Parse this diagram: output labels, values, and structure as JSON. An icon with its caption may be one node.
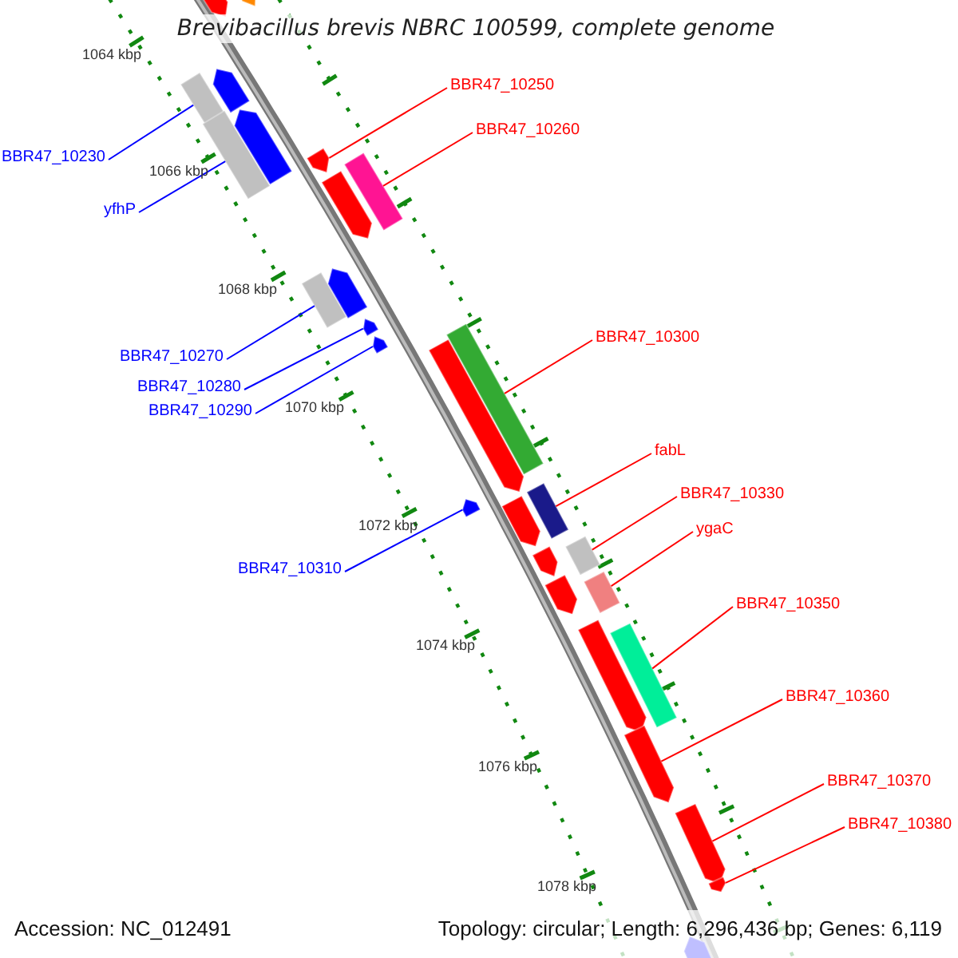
{
  "diagram": {
    "title": "Brevibacillus brevis NBRC 100599, complete genome",
    "nodes": [
      {
        "text": [
          "BBR47_10230"
        ]
      },
      {
        "text": [
          "yfhP"
        ]
      },
      {
        "text": [
          "BBR47_10250"
        ]
      },
      {
        "text": [
          "BBR47_10260"
        ]
      },
      {
        "text": [
          "BBR47_10270"
        ]
      },
      {
        "text": [
          "BBR47_10280"
        ]
      },
      {
        "text": [
          "BBR47_10290"
        ]
      },
      {
        "text": [
          "BBR47_10300"
        ]
      },
      {
        "text": [
          "fabL"
        ]
      },
      {
        "text": [
          "BBR47_10310"
        ]
      },
      {
        "text": [
          "BBR47_10330"
        ]
      },
      {
        "text": [
          "ygaC"
        ]
      },
      {
        "text": [
          "BBR47_10350"
        ]
      },
      {
        "text": [
          "BBR47_10360"
        ]
      },
      {
        "text": [
          "BBR47_10370"
        ]
      },
      {
        "text": [
          "BBR47_10380"
        ]
      },
      {
        "text": [],
        "shape": "arrow"
      },
      {
        "text": [],
        "shape": "arrow"
      },
      {
        "text": [],
        "shape": "box"
      },
      {
        "text": [],
        "shape": "arrow"
      },
      {
        "text": [],
        "shape": "box"
      },
      {
        "text": [],
        "shape": "arrow"
      },
      {
        "text": [],
        "shape": "arrow"
      },
      {
        "text": [],
        "shape": "arrow"
      },
      {
        "text": [],
        "shape": "box"
      },
      {
        "text": [],
        "shape": "box"
      },
      {
        "text": [],
        "shape": "arrow"
      },
      {
        "text": [],
        "shape": "arrow"
      },
      {
        "text": [],
        "shape": "arrow"
      },
      {
        "text": [],
        "shape": "arrow"
      },
      {
        "text": [],
        "shape": "box"
      },
      {
        "text": [],
        "shape": "arrow"
      },
      {
        "text": [],
        "shape": "arrow"
      },
      {
        "text": [],
        "shape": "box"
      },
      {
        "text": [],
        "shape": "arrow"
      },
      {
        "text": [],
        "shape": "box"
      },
      {
        "text": [],
        "shape": "arrow"
      },
      {
        "text": [],
        "shape": "box"
      },
      {
        "text": [],
        "shape": "arrow"
      },
      {
        "text": [],
        "shape": "box"
      },
      {
        "text": [],
        "shape": "arrow"
      },
      {
        "text": [],
        "shape": "arrow"
      },
      {
        "text": [],
        "shape": "arrow"
      },
      {
        "text": [],
        "shape": "arrow"
      }
    ],
    "edges": [
      {
        "from": 0,
        "to": 18,
        "arrow": "none",
        "color": "#0000ff"
      },
      {
        "from": 1,
        "to": 20,
        "arrow": "none",
        "color": "#0000ff"
      },
      {
        "from": 2,
        "to": 22,
        "arrow": "none"
      },
      {
        "from": 3,
        "to": 24,
        "arrow": "none"
      },
      {
        "from": 4,
        "to": 25,
        "arrow": "none",
        "color": "#0000ff"
      },
      {
        "from": 5,
        "to": 27,
        "arrow": "none",
        "color": "#0000ff"
      },
      {
        "from": 6,
        "to": 28,
        "arrow": "none",
        "color": "#0000ff"
      },
      {
        "from": 7,
        "to": 30,
        "arrow": "none"
      },
      {
        "from": 8,
        "to": 33,
        "arrow": "none"
      },
      {
        "from": 9,
        "to": 31,
        "arrow": "none",
        "color": "#0000ff"
      },
      {
        "from": 10,
        "to": 35,
        "arrow": "none"
      },
      {
        "from": 11,
        "to": 37,
        "arrow": "none"
      },
      {
        "from": 12,
        "to": 39,
        "arrow": "none"
      },
      {
        "from": 13,
        "to": 40,
        "arrow": "none"
      },
      {
        "from": 14,
        "to": 41,
        "arrow": "none"
      },
      {
        "from": 15,
        "to": 42,
        "arrow": "none"
      }
    ],
    "labels": [
      "1064 kbp",
      "1066 kbp",
      "1068 kbp",
      "1070 kbp",
      "1072 kbp",
      "1074 kbp",
      "1076 kbp",
      "1078 kbp",
      "Accession: NC_012491",
      "Topology: circular; Length: 6,296,436 bp; Genes: 6,119"
    ]
  }
}
